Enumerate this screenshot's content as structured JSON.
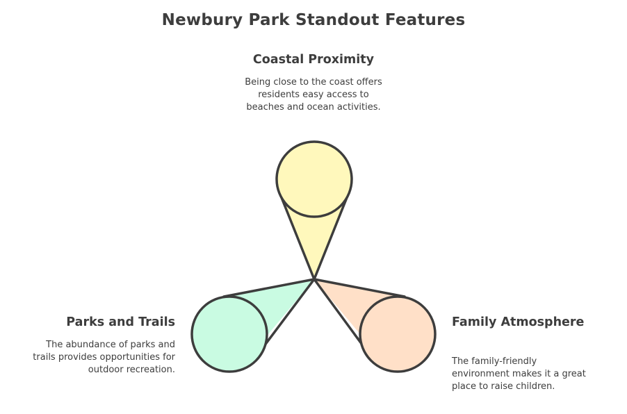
{
  "title": "Newbury Park Standout Features",
  "features": [
    {
      "heading": "Coastal Proximity",
      "description": "Being close to the coast offers residents easy access to beaches and ocean activities.",
      "color": "#fff8bc"
    },
    {
      "heading": "Parks and Trails",
      "description": "The abundance of parks and trails provides opportunities for outdoor recreation.",
      "color": "#c9fbe2"
    },
    {
      "heading": "Family Atmosphere",
      "description": "The family-friendly environment makes it a great place to raise children.",
      "color": "#ffe0c8"
    }
  ],
  "colors": {
    "outline": "#3d3d3d",
    "text": "#3d3d3d"
  }
}
